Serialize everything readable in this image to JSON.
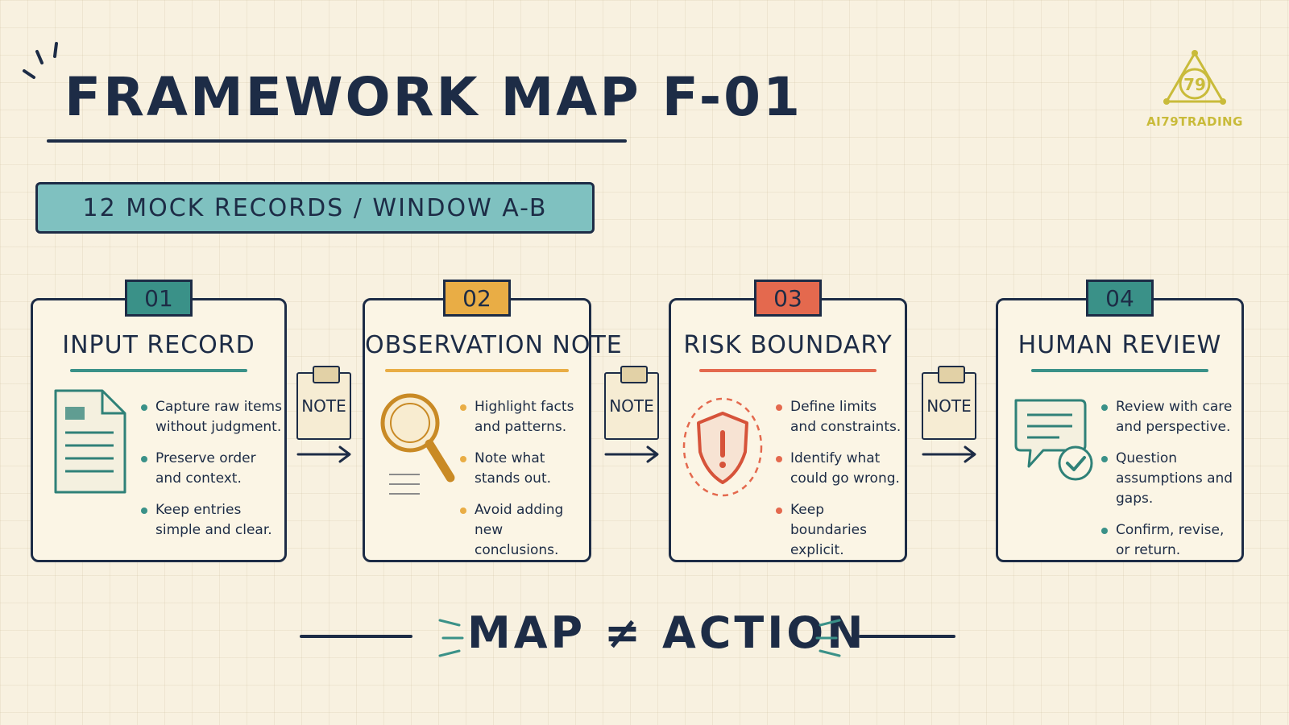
{
  "header": {
    "title": "FRAMEWORK MAP F-01"
  },
  "banner": {
    "text": "12 MOCK RECORDS / WINDOW A-B"
  },
  "logo": {
    "text": "AI79TRADING",
    "emblem_text": "79",
    "color": "#c9bb3a"
  },
  "cards": [
    {
      "number": "01",
      "title": "INPUT RECORD",
      "accent": "#3a9188",
      "icon": "document-icon",
      "bullets": [
        "Capture raw items without judgment.",
        "Preserve order and context.",
        "Keep entries simple and clear."
      ]
    },
    {
      "number": "02",
      "title": "OBSERVATION NOTE",
      "accent": "#e9ad45",
      "icon": "magnifier-icon",
      "bullets": [
        "Highlight facts and patterns.",
        "Note what stands out.",
        "Avoid adding new conclusions."
      ]
    },
    {
      "number": "03",
      "title": "RISK BOUNDARY",
      "accent": "#e4694e",
      "icon": "shield-warning-icon",
      "bullets": [
        "Define limits and constraints.",
        "Identify what could go wrong.",
        "Keep boundaries explicit."
      ]
    },
    {
      "number": "04",
      "title": "HUMAN REVIEW",
      "accent": "#3a9188",
      "icon": "chat-check-icon",
      "bullets": [
        "Review with care and perspective.",
        "Question assumptions and gaps.",
        "Confirm, revise, or return."
      ]
    }
  ],
  "connectors": [
    {
      "label": "NOTE"
    },
    {
      "label": "NOTE"
    },
    {
      "label": "NOTE"
    }
  ],
  "footer": {
    "text": "MAP ≠ ACTION"
  }
}
